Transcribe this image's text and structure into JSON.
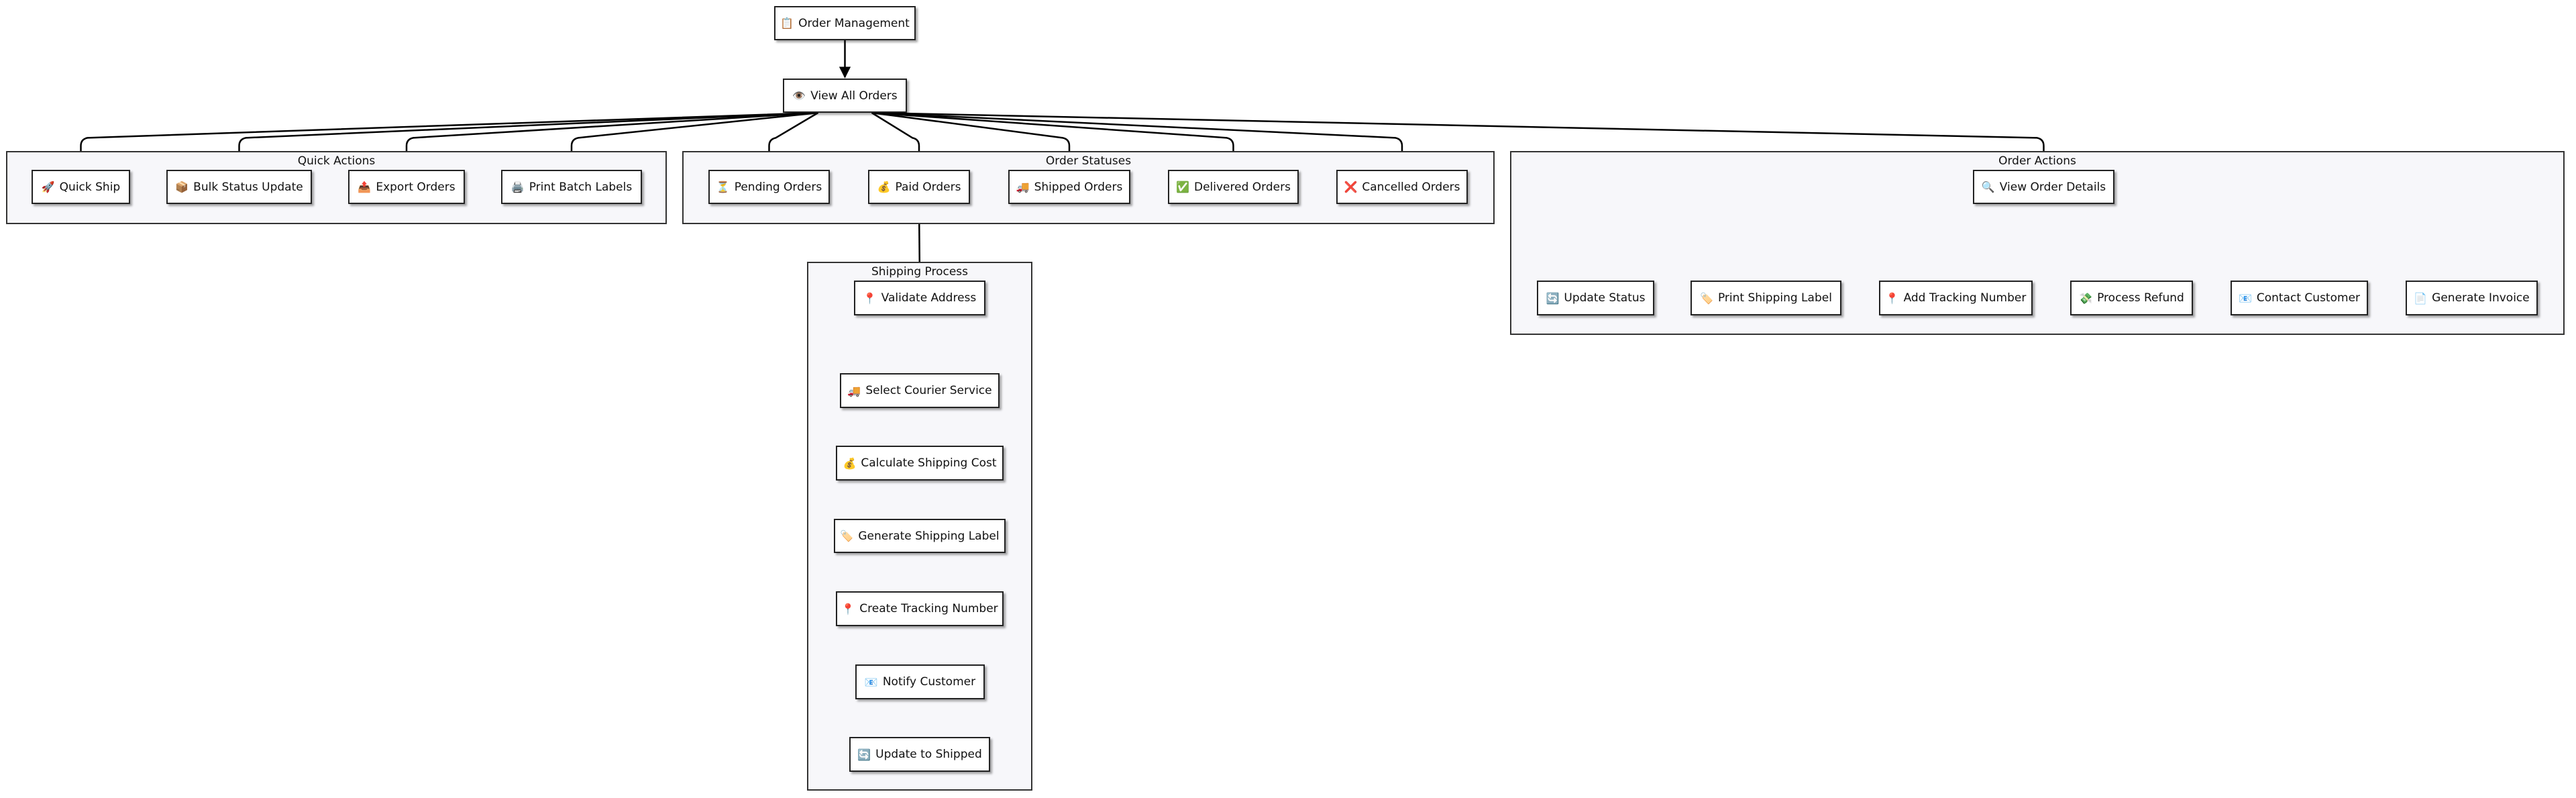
{
  "clusters": {
    "quick_actions": "Quick Actions",
    "order_statuses": "Order Statuses",
    "order_actions": "Order Actions",
    "shipping_process": "Shipping Process"
  },
  "nodes": {
    "order_management": {
      "icon": "📋",
      "label": "Order Management"
    },
    "view_all_orders": {
      "icon": "👁️",
      "label": "View All Orders"
    },
    "quick_ship": {
      "icon": "🚀",
      "label": "Quick Ship"
    },
    "bulk_status_update": {
      "icon": "📦",
      "label": "Bulk Status Update"
    },
    "export_orders": {
      "icon": "📤",
      "label": "Export Orders"
    },
    "print_batch_labels": {
      "icon": "🖨️",
      "label": "Print Batch Labels"
    },
    "pending_orders": {
      "icon": "⏳",
      "label": "Pending Orders"
    },
    "paid_orders": {
      "icon": "💰",
      "label": "Paid Orders"
    },
    "shipped_orders": {
      "icon": "🚚",
      "label": "Shipped Orders"
    },
    "delivered_orders": {
      "icon": "✅",
      "label": "Delivered Orders"
    },
    "cancelled_orders": {
      "icon": "❌",
      "label": "Cancelled Orders"
    },
    "view_order_details": {
      "icon": "🔍",
      "label": "View Order Details"
    },
    "update_status": {
      "icon": "🔄",
      "label": "Update Status"
    },
    "print_shipping_label": {
      "icon": "🏷️",
      "label": "Print Shipping Label"
    },
    "add_tracking_number": {
      "icon": "📍",
      "label": "Add Tracking Number"
    },
    "process_refund": {
      "icon": "💸",
      "label": "Process Refund"
    },
    "contact_customer": {
      "icon": "📧",
      "label": "Contact Customer"
    },
    "generate_invoice": {
      "icon": "📄",
      "label": "Generate Invoice"
    },
    "validate_address": {
      "icon": "📍",
      "label": "Validate Address"
    },
    "select_courier_service": {
      "icon": "🚚",
      "label": "Select Courier Service"
    },
    "calculate_shipping_cost": {
      "icon": "💰",
      "label": "Calculate Shipping Cost"
    },
    "generate_shipping_label": {
      "icon": "🏷️",
      "label": "Generate Shipping Label"
    },
    "create_tracking_number": {
      "icon": "📍",
      "label": "Create Tracking Number"
    },
    "notify_customer": {
      "icon": "📧",
      "label": "Notify Customer"
    },
    "update_to_shipped": {
      "icon": "🔄",
      "label": "Update to Shipped"
    }
  },
  "edges": [
    [
      "order_management",
      "view_all_orders"
    ],
    [
      "view_all_orders",
      "quick_ship"
    ],
    [
      "view_all_orders",
      "bulk_status_update"
    ],
    [
      "view_all_orders",
      "export_orders"
    ],
    [
      "view_all_orders",
      "print_batch_labels"
    ],
    [
      "view_all_orders",
      "pending_orders"
    ],
    [
      "view_all_orders",
      "paid_orders"
    ],
    [
      "view_all_orders",
      "shipped_orders"
    ],
    [
      "view_all_orders",
      "delivered_orders"
    ],
    [
      "view_all_orders",
      "cancelled_orders"
    ],
    [
      "view_all_orders",
      "view_order_details"
    ],
    [
      "view_order_details",
      "update_status"
    ],
    [
      "view_order_details",
      "print_shipping_label"
    ],
    [
      "view_order_details",
      "add_tracking_number"
    ],
    [
      "view_order_details",
      "process_refund"
    ],
    [
      "view_order_details",
      "contact_customer"
    ],
    [
      "view_order_details",
      "generate_invoice"
    ],
    [
      "paid_orders",
      "validate_address"
    ],
    [
      "validate_address",
      "select_courier_service"
    ],
    [
      "select_courier_service",
      "calculate_shipping_cost"
    ],
    [
      "calculate_shipping_cost",
      "generate_shipping_label"
    ],
    [
      "generate_shipping_label",
      "create_tracking_number"
    ],
    [
      "create_tracking_number",
      "notify_customer"
    ],
    [
      "notify_customer",
      "update_to_shipped"
    ]
  ]
}
